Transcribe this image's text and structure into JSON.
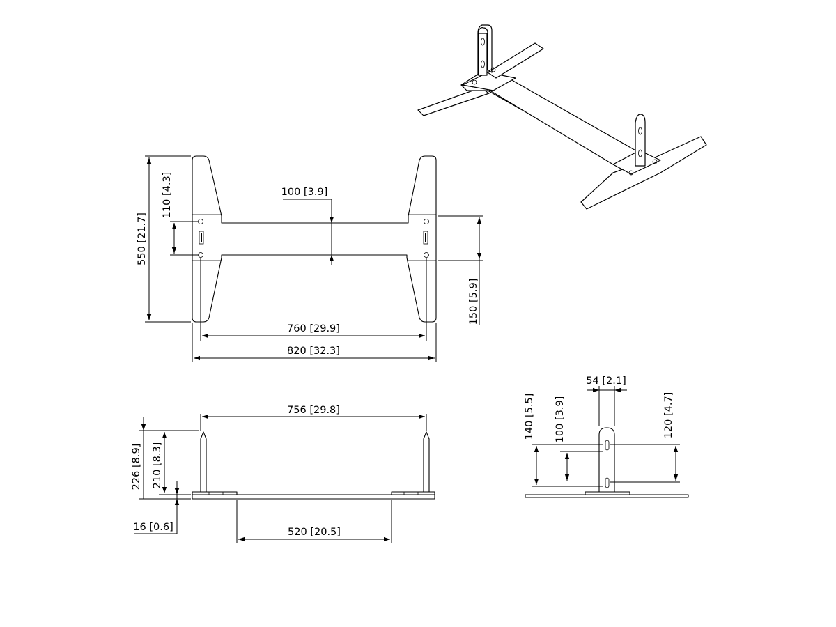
{
  "dimensions": {
    "top_view": {
      "height_total": {
        "mm": "550",
        "in": "21.7"
      },
      "plate_hole_spacing": {
        "mm": "110",
        "in": "4.3"
      },
      "plate_width": {
        "mm": "150",
        "in": "5.9"
      },
      "beam_width": {
        "mm": "100",
        "in": "3.9"
      },
      "hole_span": {
        "mm": "760",
        "in": "29.9"
      },
      "overall_width": {
        "mm": "820",
        "in": "32.3"
      }
    },
    "front_view": {
      "upright_span": {
        "mm": "756",
        "in": "29.8"
      },
      "overall_height": {
        "mm": "226",
        "in": "8.9"
      },
      "upright_height": {
        "mm": "210",
        "in": "8.3"
      },
      "base_thickness": {
        "mm": "16",
        "in": "0.6"
      },
      "foot_spacing": {
        "mm": "520",
        "in": "20.5"
      }
    },
    "side_view": {
      "upright_width": {
        "mm": "54",
        "in": "2.1"
      },
      "top_slot_height": {
        "mm": "140",
        "in": "5.5"
      },
      "slot_spacing": {
        "mm": "100",
        "in": "3.9"
      },
      "bottom_slot_height": {
        "mm": "120",
        "in": "4.7"
      }
    }
  }
}
